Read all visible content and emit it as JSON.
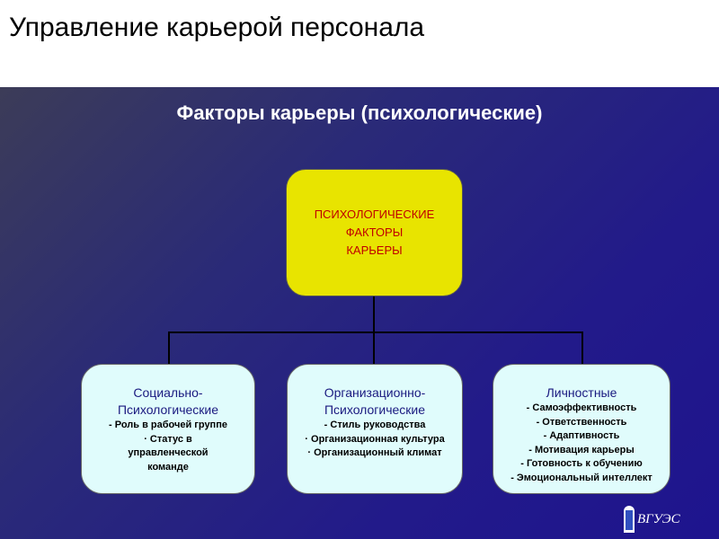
{
  "slide_title": "Управление карьерой персонала",
  "subtitle": "Факторы карьеры (психологические)",
  "root": {
    "lines": [
      "ПСИХОЛОГИЧЕСКИЕ",
      "ФАКТОРЫ",
      "КАРЬЕРЫ"
    ]
  },
  "boxes": [
    {
      "heading": [
        "Социально-",
        "Психологические"
      ],
      "items": [
        "- Роль в рабочей группе",
        "· Статус в",
        "управленческой",
        "команде"
      ]
    },
    {
      "heading": [
        "Организационно-",
        "Психологические"
      ],
      "items": [
        "- Стиль руководства",
        "· Организационная культура",
        "· Организационный климат"
      ]
    },
    {
      "heading": [
        "Личностные"
      ],
      "items": [
        "- Самоэффективность",
        "- Ответственность",
        "- Адаптивность",
        "- Мотивация карьеры",
        "- Готовность к обучению",
        "- Эмоциональный интеллект"
      ]
    }
  ],
  "logo": {
    "text": "ВГУЭС"
  },
  "colors": {
    "root_fill": "#e8e400",
    "root_text": "#c00000",
    "box_fill": "#e0fcfc",
    "heading": "#1a1a80"
  }
}
